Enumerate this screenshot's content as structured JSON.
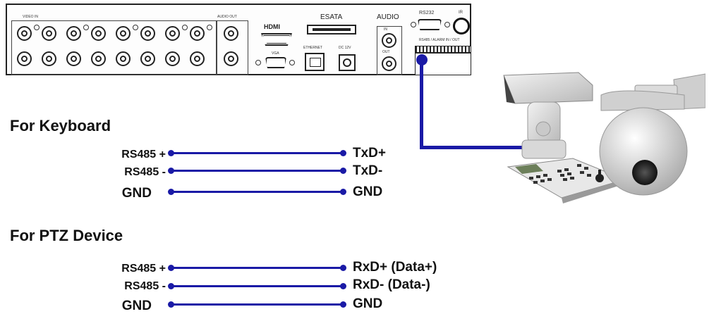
{
  "dvr_panel": {
    "video_in_label": "VIDEO IN",
    "audio_out_label": "AUDIO OUT",
    "hdmi_label": "HDMI",
    "vga_label": "VGA",
    "esata_label": "ESATA",
    "ethernet_label": "ETHERNET",
    "dc_label": "DC 12V",
    "audio_label": "AUDIO",
    "audio_in_label": "AUDIO",
    "audio_sub_in": "IN",
    "audio_sub_out": "OUT",
    "rs232_label": "RS232",
    "ir_label": "IR",
    "rs485_alarm_label": "RS485 / ALARM IN / OUT"
  },
  "sections": [
    {
      "title": "For Keyboard",
      "wires": [
        {
          "left": "RS485 +",
          "right": "TxD+"
        },
        {
          "left": "RS485 -",
          "right": "TxD-"
        },
        {
          "left": "GND",
          "right": "GND"
        }
      ]
    },
    {
      "title": "For PTZ Device",
      "wires": [
        {
          "left": "RS485 +",
          "right": "RxD+ (Data+)"
        },
        {
          "left": "RS485 -",
          "right": "RxD- (Data-)"
        },
        {
          "left": "GND",
          "right": "GND"
        }
      ]
    }
  ],
  "colors": {
    "wire": "#1a1aa6",
    "text": "#111111"
  }
}
